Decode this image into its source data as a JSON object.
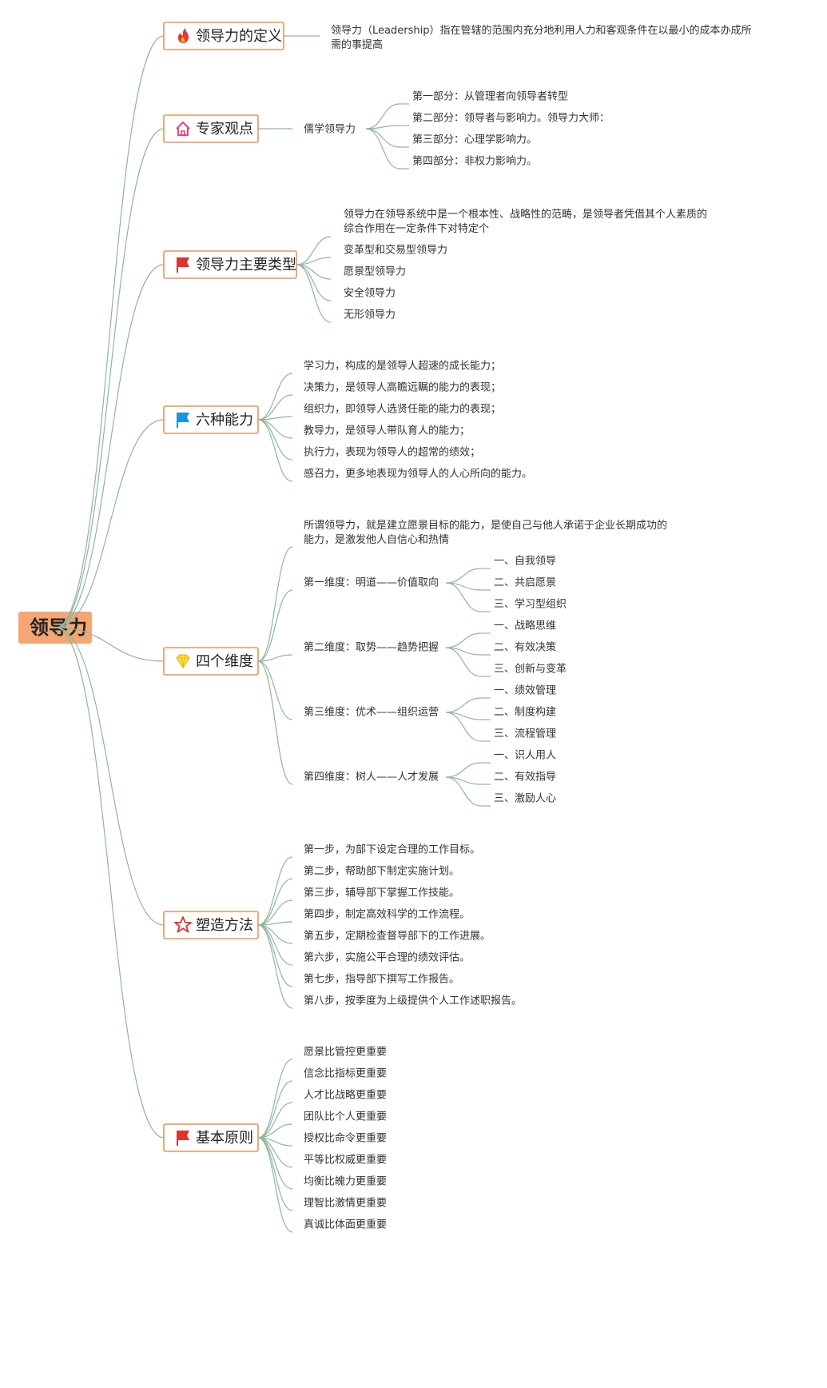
{
  "root": {
    "label": "领导力"
  },
  "branches": [
    {
      "label": "领导力的定义",
      "icon": "fire-icon",
      "children": [
        {
          "label": "领导力（Leadership）指在管辖的范围内充分地利用人力和客观条件在以最小的成本办成所需的事提高"
        }
      ]
    },
    {
      "label": "专家观点",
      "icon": "home-icon",
      "children": [
        {
          "label": "儒学领导力",
          "children": [
            {
              "label": "第一部分：从管理者向领导者转型"
            },
            {
              "label": "第二部分：领导者与影响力。领导力大师："
            },
            {
              "label": "第三部分：心理学影响力。"
            },
            {
              "label": "第四部分：非权力影响力。"
            }
          ]
        }
      ]
    },
    {
      "label": "领导力主要类型",
      "icon": "red-flag-icon",
      "children": [
        {
          "label": "领导力在领导系统中是一个根本性、战略性的范畴，是领导者凭借其个人素质的综合作用在一定条件下对特定个"
        },
        {
          "label": "变革型和交易型领导力"
        },
        {
          "label": "愿景型领导力"
        },
        {
          "label": "安全领导力"
        },
        {
          "label": "无形领导力"
        }
      ]
    },
    {
      "label": "六种能力",
      "icon": "blue-flag-icon",
      "children": [
        {
          "label": "学习力，构成的是领导人超速的成长能力；"
        },
        {
          "label": "决策力，是领导人高瞻远瞩的能力的表现；"
        },
        {
          "label": "组织力，即领导人选贤任能的能力的表现；"
        },
        {
          "label": "教导力，是领导人带队育人的能力；"
        },
        {
          "label": "执行力，表现为领导人的超常的绩效；"
        },
        {
          "label": "感召力，更多地表现为领导人的人心所向的能力。"
        }
      ]
    },
    {
      "label": "四个维度",
      "icon": "diamond-icon",
      "children": [
        {
          "label": "所谓领导力，就是建立愿景目标的能力，是使自己与他人承诺于企业长期成功的能力，是激发他人自信心和热情"
        },
        {
          "label": "第一维度：明道——价值取向",
          "children": [
            {
              "label": "一、自我领导"
            },
            {
              "label": "二、共启愿景"
            },
            {
              "label": "三、学习型组织"
            }
          ]
        },
        {
          "label": "第二维度：取势——趋势把握",
          "children": [
            {
              "label": "一、战略思维"
            },
            {
              "label": "二、有效决策"
            },
            {
              "label": "三、创新与变革"
            }
          ]
        },
        {
          "label": "第三维度：优术——组织运营",
          "children": [
            {
              "label": "一、绩效管理"
            },
            {
              "label": "二、制度构建"
            },
            {
              "label": "三、流程管理"
            }
          ]
        },
        {
          "label": "第四维度：树人——人才发展",
          "children": [
            {
              "label": "一、识人用人"
            },
            {
              "label": "二、有效指导"
            },
            {
              "label": "三、激励人心"
            }
          ]
        }
      ]
    },
    {
      "label": "塑造方法",
      "icon": "star-icon",
      "children": [
        {
          "label": "第一步，为部下设定合理的工作目标。"
        },
        {
          "label": "第二步，帮助部下制定实施计划。"
        },
        {
          "label": "第三步，辅导部下掌握工作技能。"
        },
        {
          "label": "第四步，制定高效科学的工作流程。"
        },
        {
          "label": "第五步，定期检查督导部下的工作进展。"
        },
        {
          "label": "第六步，实施公平合理的绩效评估。"
        },
        {
          "label": "第七步，指导部下撰写工作报告。"
        },
        {
          "label": "第八步，按季度为上级提供个人工作述职报告。"
        }
      ]
    },
    {
      "label": "基本原则",
      "icon": "red-flag-icon",
      "children": [
        {
          "label": "愿景比管控更重要"
        },
        {
          "label": "信念比指标更重要"
        },
        {
          "label": "人才比战略更重要"
        },
        {
          "label": "团队比个人更重要"
        },
        {
          "label": "授权比命令更重要"
        },
        {
          "label": "平等比权威更重要"
        },
        {
          "label": "均衡比魄力更重要"
        },
        {
          "label": "理智比激情更重要"
        },
        {
          "label": "真诚比体面更重要"
        }
      ]
    }
  ],
  "colors": {
    "root_fill": "#f4a772",
    "box_border": "#e8955a",
    "edge": "#8fb6a0",
    "text": "#333333"
  }
}
